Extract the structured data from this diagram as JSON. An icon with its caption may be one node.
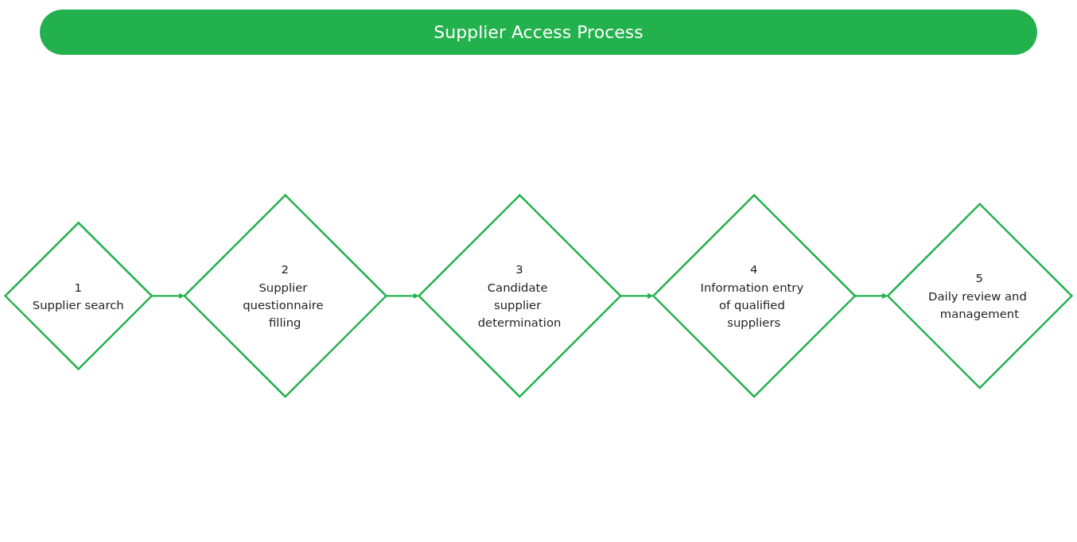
{
  "diagram": {
    "title": "Supplier Access Process",
    "nodes": [
      {
        "text": [
          "1",
          "Supplier search"
        ]
      },
      {
        "text": [
          "2",
          "Supplier questionnaire filling"
        ]
      },
      {
        "text": [
          "3",
          "Candidate supplier determination"
        ]
      },
      {
        "text": [
          "4",
          "Information entry of qualified suppliers"
        ]
      },
      {
        "text": [
          "5",
          "Daily review and management"
        ]
      }
    ],
    "edges": [
      {
        "from": 0,
        "to": 1,
        "arrow": "to"
      },
      {
        "from": 1,
        "to": 2,
        "arrow": "to"
      },
      {
        "from": 2,
        "to": 3,
        "arrow": "to"
      },
      {
        "from": 3,
        "to": 4,
        "arrow": "to"
      }
    ]
  }
}
